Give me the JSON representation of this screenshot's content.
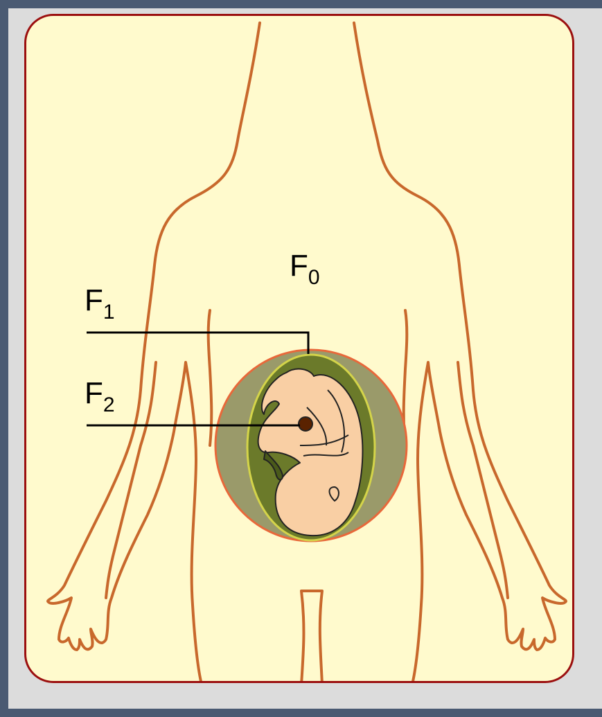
{
  "labels": {
    "f0": {
      "main": "F",
      "sub": "0"
    },
    "f1": {
      "main": "F",
      "sub": "1"
    },
    "f2": {
      "main": "F",
      "sub": "2"
    }
  },
  "colors": {
    "background_border": "#4a5a72",
    "frame": "#dcdcdc",
    "panel_fill": "#fffacd",
    "panel_border": "#9b0f0f",
    "body_outline": "#c8682c",
    "womb_outer": "#9a9a6a",
    "amniotic_sac": "#6b7a2a",
    "fetus_skin": "#f9cfa4",
    "placenta_dot": "#5a2200"
  }
}
